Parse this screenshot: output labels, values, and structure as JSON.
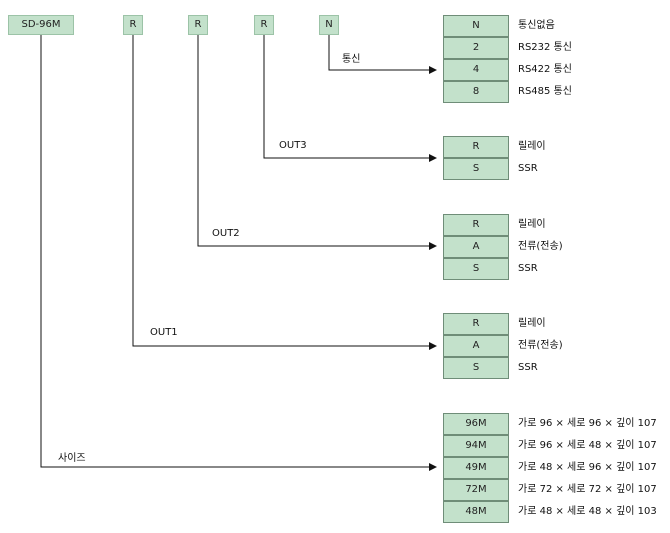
{
  "model_tag": "SD-96M",
  "code_tags": [
    "R",
    "R",
    "R",
    "N"
  ],
  "groups": {
    "comm": {
      "label": "통신",
      "options": [
        {
          "code": "N",
          "desc": "통신없음"
        },
        {
          "code": "2",
          "desc": "RS232 통신"
        },
        {
          "code": "4",
          "desc": "RS422 통신"
        },
        {
          "code": "8",
          "desc": "RS485 통신"
        }
      ]
    },
    "out3": {
      "label": "OUT3",
      "options": [
        {
          "code": "R",
          "desc": "릴레이"
        },
        {
          "code": "S",
          "desc": "SSR"
        }
      ]
    },
    "out2": {
      "label": "OUT2",
      "options": [
        {
          "code": "R",
          "desc": "릴레이"
        },
        {
          "code": "A",
          "desc": "전류(전송)"
        },
        {
          "code": "S",
          "desc": "SSR"
        }
      ]
    },
    "out1": {
      "label": "OUT1",
      "options": [
        {
          "code": "R",
          "desc": "릴레이"
        },
        {
          "code": "A",
          "desc": "전류(전송)"
        },
        {
          "code": "S",
          "desc": "SSR"
        }
      ]
    },
    "size": {
      "label": "사이즈",
      "options": [
        {
          "code": "96M",
          "desc": "가로 96 × 세로 96 × 깊이 107"
        },
        {
          "code": "94M",
          "desc": "가로 96 × 세로 48 × 깊이 107"
        },
        {
          "code": "49M",
          "desc": "가로 48 × 세로 96 × 깊이 107"
        },
        {
          "code": "72M",
          "desc": "가로 72 × 세로 72 × 깊이 107"
        },
        {
          "code": "48M",
          "desc": "가로 48 × 세로 48 × 깊이 103"
        }
      ]
    }
  }
}
